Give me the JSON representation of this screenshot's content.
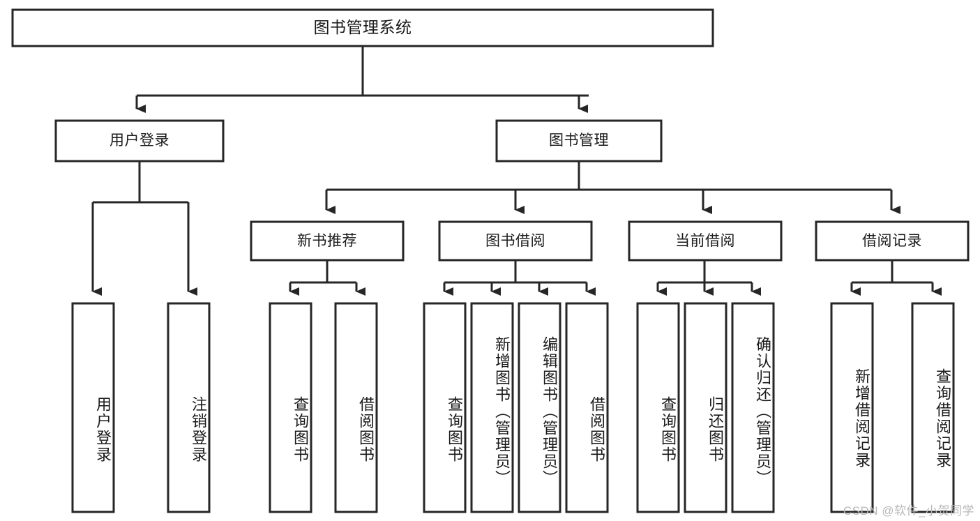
{
  "diagram": {
    "title": "图书管理系统",
    "type": "功能结构图",
    "style": {
      "background": "#ffffff",
      "box_stroke": "#262626",
      "box_fill": "#ffffff",
      "text_color": "#1a1a1a",
      "watermark_color": "#b8b8b8"
    }
  },
  "watermark": {
    "text": "CSDN @软件_小贺同学"
  },
  "nodes": {
    "root": {
      "label": "图书管理系统"
    },
    "level1": [
      {
        "id": "user-login",
        "label": "用户登录"
      },
      {
        "id": "book-management",
        "label": "图书管理"
      }
    ],
    "level2": [
      {
        "id": "new-book-recommend",
        "label": "新书推荐"
      },
      {
        "id": "book-borrow",
        "label": "图书借阅"
      },
      {
        "id": "current-borrow",
        "label": "当前借阅"
      },
      {
        "id": "borrow-record",
        "label": "借阅记录"
      }
    ],
    "leaves": [
      {
        "id": "leaf-user-login",
        "label": "用户登录",
        "parent": "user-login"
      },
      {
        "id": "leaf-user-logout",
        "label": "注销登录",
        "parent": "user-login"
      },
      {
        "id": "leaf-query-book-1",
        "label": "查询图书",
        "parent": "new-book-recommend"
      },
      {
        "id": "leaf-borrow-book-1",
        "label": "借阅图书",
        "parent": "new-book-recommend"
      },
      {
        "id": "leaf-query-book-2",
        "label": "查询图书",
        "parent": "book-borrow"
      },
      {
        "id": "leaf-add-book",
        "label": "新增图书（管理员）",
        "parent": "book-borrow"
      },
      {
        "id": "leaf-edit-book",
        "label": "编辑图书（管理员）",
        "parent": "book-borrow"
      },
      {
        "id": "leaf-borrow-book-2",
        "label": "借阅图书",
        "parent": "book-borrow"
      },
      {
        "id": "leaf-query-book-3",
        "label": "查询图书",
        "parent": "current-borrow"
      },
      {
        "id": "leaf-return-book",
        "label": "归还图书",
        "parent": "current-borrow"
      },
      {
        "id": "leaf-confirm-return",
        "label": "确认归还（管理员）",
        "parent": "current-borrow"
      },
      {
        "id": "leaf-add-record",
        "label": "新增借阅记录",
        "parent": "borrow-record"
      },
      {
        "id": "leaf-query-record",
        "label": "查询借阅记录",
        "parent": "borrow-record"
      }
    ]
  }
}
